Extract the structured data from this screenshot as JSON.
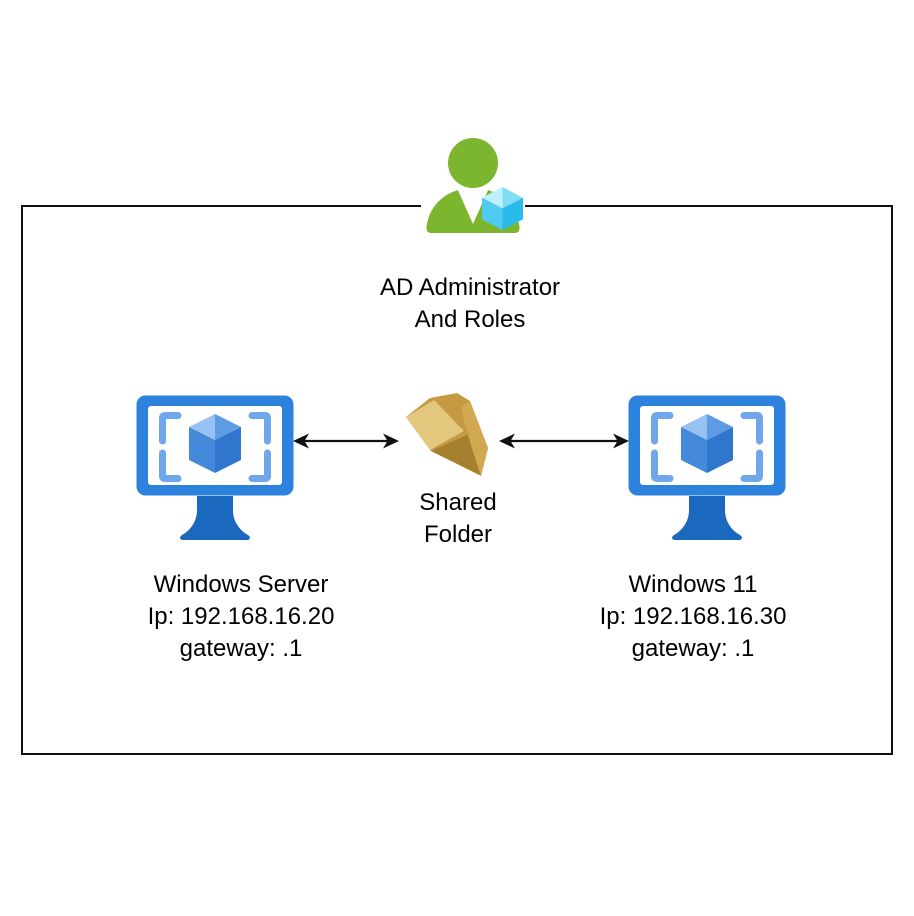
{
  "nodes": {
    "admin": {
      "label_line1": "AD Administrator",
      "label_line2": "And Roles",
      "icon": "user-with-cube-icon"
    },
    "windows_server": {
      "name": "Windows Server",
      "ip": "Ip: 192.168.16.20",
      "gateway": "gateway: .1",
      "icon": "vm-monitor-icon"
    },
    "windows_11": {
      "name": "Windows 11",
      "ip": "Ip: 192.168.16.30",
      "gateway": "gateway: .1",
      "icon": "vm-monitor-icon"
    },
    "shared_folder": {
      "label_line1": "Shared",
      "label_line2": "Folder",
      "icon": "open-folder-icon"
    }
  },
  "connectors": [
    {
      "from": "windows_server",
      "to": "shared_folder",
      "style": "double-arrow"
    },
    {
      "from": "shared_folder",
      "to": "windows_11",
      "style": "double-arrow"
    }
  ],
  "colors": {
    "text": "#000000",
    "stroke": "#121212",
    "green": "#7CB62E",
    "cyan1": "#BFEFFB",
    "cyan2": "#7FDDF6",
    "cyan3": "#4FCBF1",
    "cyan4": "#29BCEA",
    "blue": "#2C82DC",
    "blue_bracket": "#6FA7EA",
    "blue_dark": "#1A69BE",
    "cube1": "#96C1F0",
    "cube2": "#5D9BE3",
    "cube3": "#4489DA",
    "cube4": "#3076CD",
    "gold": "#D2A850",
    "gold_light": "#E2C77C",
    "gold_dark": "#C49A43",
    "gold_shadow": "#A5802F"
  }
}
